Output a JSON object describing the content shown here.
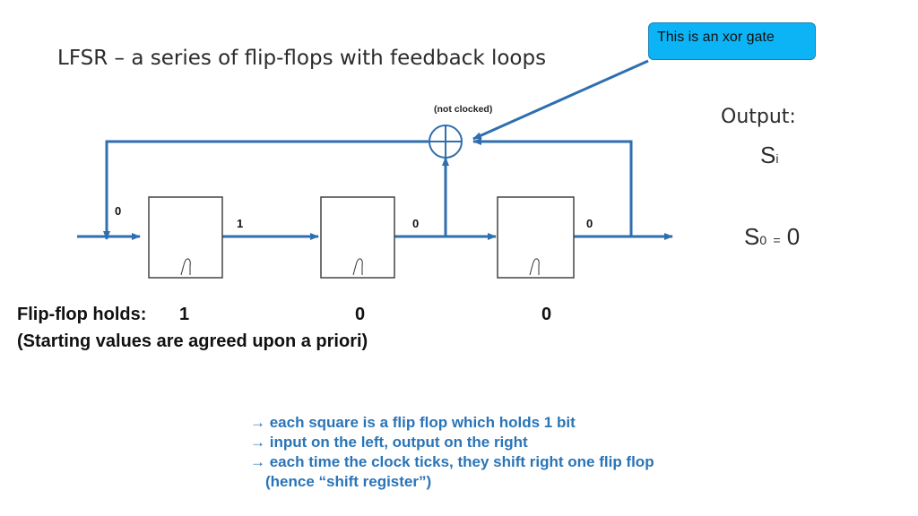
{
  "title": "LFSR – a series of flip-flops with feedback loops",
  "callout": "This is an xor gate",
  "xor_note": "(not clocked)",
  "output": {
    "label": "Output:",
    "symbol": "S",
    "symbol_sub": "i",
    "first_symbol": "S",
    "first_sub": "0",
    "equals": "=",
    "first_value": "0"
  },
  "wire_bits": {
    "input": "0",
    "ff1_to_ff2": "1",
    "ff2_to_ff3": "0",
    "ff3_out": "0"
  },
  "holds": {
    "label": "Flip-flop holds:",
    "values": [
      "1",
      "0",
      "0"
    ],
    "note": "(Starting values are agreed upon a priori)"
  },
  "notes": [
    "→ each square is a flip flop which holds 1 bit",
    "→ input on the left, output on the right",
    "→ each time the clock ticks, they shift right one flip flop",
    "(hence “shift register”)"
  ],
  "colors": {
    "wire": "#2f6faf",
    "callout_fill": "#0db4f5",
    "note_text": "#2a74b8"
  }
}
